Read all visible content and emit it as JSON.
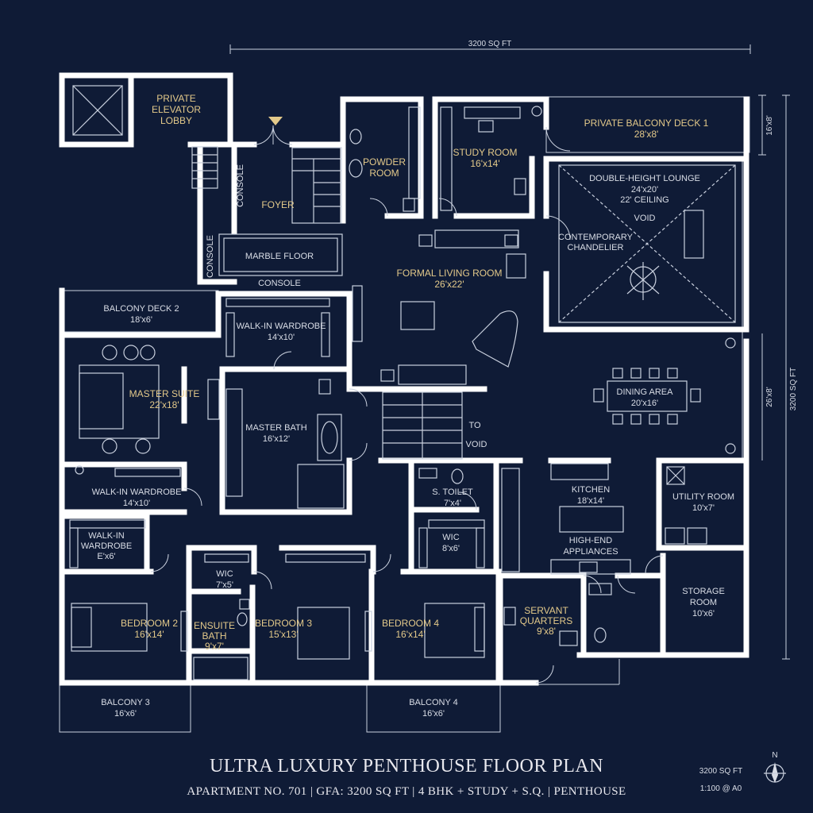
{
  "drawing": {
    "title": "ULTRA LUXURY PENTHOUSE FLOOR PLAN",
    "subtitle": "APARTMENT NO. 701  |  GFA: 3200 SQ FT  |  4 BHK + STUDY + S.Q.  |  PENTHOUSE",
    "area_badge": "3200 SQ FT",
    "scale": "1:100 @ A0",
    "north": "N"
  },
  "dimensions": {
    "top": "3200 SQ FT",
    "right_small": "16'x8'",
    "right_mid": "26'x8'",
    "right_full": "3200 SQ FT"
  },
  "rooms": {
    "elevator_lobby": [
      "PRIVATE",
      "ELEVATOR",
      "LOBBY"
    ],
    "foyer": "FOYER",
    "marble_floor": "MARBLE FLOOR",
    "console_1": "CONSOLE",
    "console_2": "CONSOLE",
    "console_3": "CONSOLE",
    "powder_room": [
      "POWDER",
      "ROOM"
    ],
    "study_room": [
      "STUDY ROOM",
      "16'x14'"
    ],
    "balcony_deck_1": [
      "PRIVATE BALCONY DECK 1",
      "28'x8'"
    ],
    "lounge": [
      "DOUBLE-HEIGHT LOUNGE",
      "24'x20'",
      "22' CEILING"
    ],
    "void": "VOID",
    "chandelier": [
      "CONTEMPORARY",
      "CHANDELIER"
    ],
    "formal_living": [
      "FORMAL LIVING ROOM",
      "26'x22'"
    ],
    "balcony_deck_2": [
      "BALCONY DECK 2",
      "18'x6'"
    ],
    "walkin_wardrobe_1": [
      "WALK-IN WARDROBE",
      "14'x10'"
    ],
    "master_suite": [
      "MASTER SUITE",
      "22'x18'"
    ],
    "master_bath": [
      "MASTER BATH",
      "16'x12'"
    ],
    "stair_note": [
      "TO",
      "VOID"
    ],
    "dining": [
      "DINING AREA",
      "20'x16'"
    ],
    "walkin_wardrobe_2": [
      "WALK-IN WARDROBE",
      "14'x10'"
    ],
    "s_toilet": [
      "S. TOILET",
      "7'x4'"
    ],
    "kitchen": [
      "KITCHEN",
      "18'x14'"
    ],
    "appliances": [
      "HIGH-END",
      "APPLIANCES"
    ],
    "utility": [
      "UTILITY ROOM",
      "10'x7'"
    ],
    "walkin_wardrobe_3": [
      "WALK-IN",
      "WARDROBE",
      "E'x6'"
    ],
    "wic_small": [
      "WIC",
      "7'x5'"
    ],
    "wic_mid": [
      "WIC",
      "8'x6'"
    ],
    "storage": [
      "STORAGE",
      "ROOM",
      "10'x6'"
    ],
    "bedroom_2": [
      "BEDROOM 2",
      "16'x14'"
    ],
    "ensuite_bath": [
      "ENSUITE",
      "BATH",
      "9'x7'"
    ],
    "bedroom_3": [
      "BEDROOM 3",
      "15'x13'"
    ],
    "bedroom_4": [
      "BEDROOM 4",
      "16'x14'"
    ],
    "servant": [
      "SERVANT",
      "QUARTERS",
      "9'x8'"
    ],
    "balcony_3": [
      "BALCONY 3",
      "16'x6'"
    ],
    "balcony_4": [
      "BALCONY 4",
      "16'x6'"
    ]
  },
  "colors": {
    "background": "#0f1b36",
    "walls": "#ffffff",
    "room_labels": "#e3c98a",
    "linework": "#c9d0de"
  }
}
